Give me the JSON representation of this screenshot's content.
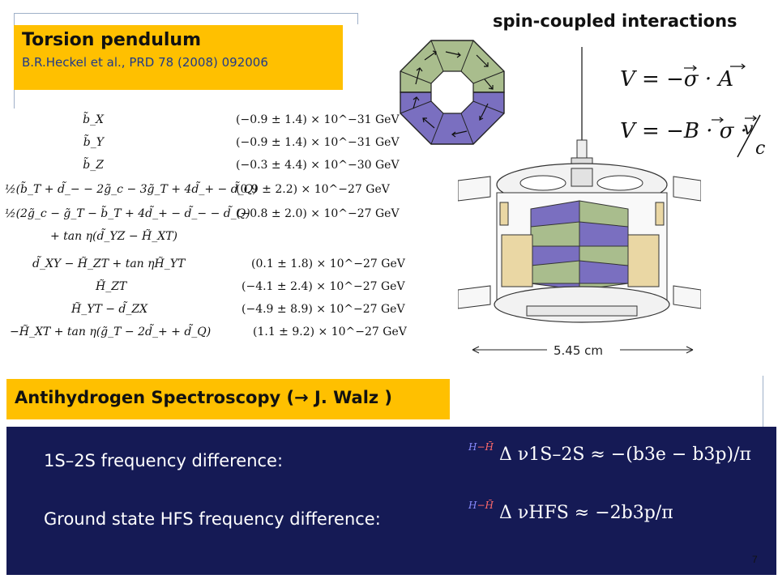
{
  "torsion": {
    "title": "Torsion pendulum",
    "ref": "B.R.Heckel et al., PRD 78 (2008) 092006"
  },
  "spin_title": "spin-coupled interactions",
  "potential_eqs": [
    "V = −σ⃗ · A⃗",
    "V = −B · σ⃗ · v⃗ / c"
  ],
  "table_rows": [
    {
      "lhs": "b̃_X",
      "rhs": "(−0.9 ± 1.4) × 10^−31 GeV"
    },
    {
      "lhs": "b̃_Y",
      "rhs": "(−0.9 ± 1.4) × 10^−31 GeV"
    },
    {
      "lhs": "b̃_Z",
      "rhs": "(−0.3 ± 4.4) × 10^−30 GeV"
    },
    {
      "lhs": "½(b̃_T + d̃_− − 2g̃_c − 3g̃_T + 4d̃_+ − d̃_Q)",
      "rhs": "(0.9 ± 2.2) × 10^−27 GeV"
    },
    {
      "lhs": "½(2g̃_c − g̃_T − b̃_T + 4d̃_+ − d̃_− − d̃_Q)",
      "rhs": "(−0.8 ± 2.0) × 10^−27 GeV"
    },
    {
      "lhs": "+ tan η(d̃_YZ − H̃_XT)",
      "rhs": ""
    },
    {
      "lhs": "d̃_XY − H̃_ZT + tan ηH̃_YT",
      "rhs": "(0.1 ± 1.8) × 10^−27 GeV"
    },
    {
      "lhs": "H̃_ZT",
      "rhs": "(−4.1 ± 2.4) × 10^−27 GeV"
    },
    {
      "lhs": "H̃_YT − d̃_ZX",
      "rhs": "(−4.9 ± 8.9) × 10^−27 GeV"
    },
    {
      "lhs": "−H̃_XT + tan η(g̃_T − 2d̃_+ + d̃_Q)",
      "rhs": "(1.1 ± 9.2) × 10^−27 GeV"
    }
  ],
  "dimension_label": "5.45 cm",
  "anti_title": "Antihydrogen Spectroscopy (→ J. Walz )",
  "freq": {
    "label1": "1S–2S frequency difference:",
    "formula1": "Δ ν1S–2S ≈ −(b3e − b3p)/π",
    "label2": "Ground state HFS frequency difference:",
    "formula2": "Δ νHFS ≈ −2b3p/π",
    "sup_h": "H",
    "sup_hbar": "−H̄"
  },
  "page_number": "7"
}
